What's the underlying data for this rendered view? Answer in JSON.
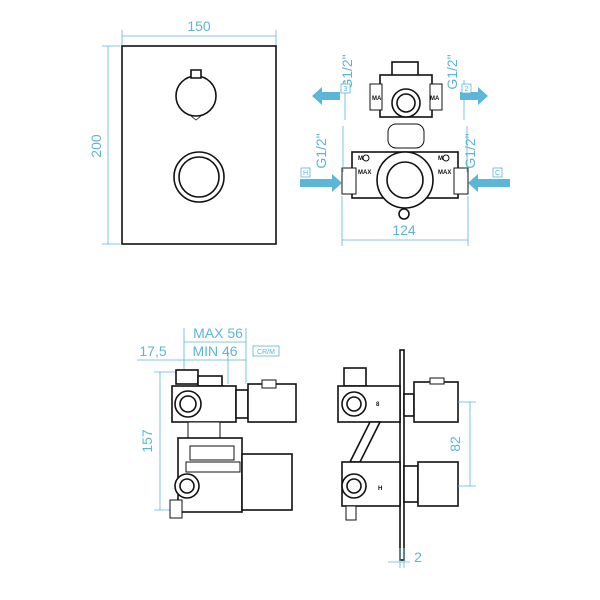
{
  "front_view": {
    "width_label": "150",
    "height_label": "200"
  },
  "top_view": {
    "dimension_label": "124",
    "port_left_upper": "G1/2\"",
    "port_right_upper": "G1/2\"",
    "port_left_lower": "G1/2\"",
    "port_right_lower": "G1/2\"",
    "outlet_left_tag": "3",
    "outlet_right_tag": "2",
    "inlet_hot_tag": "H",
    "inlet_cold_tag": "C",
    "marks": {
      "min_left": "MIN",
      "max_left": "MAX",
      "min_right": "MIN",
      "max_right": "MAX",
      "max_upper_left": "MA",
      "max_upper_right": "MA"
    }
  },
  "side_view": {
    "max_label": "MAX 56",
    "min_label": "MIN 46",
    "offset_label": "17,5",
    "height_label": "157",
    "finish_tag": "CR/M"
  },
  "section_view": {
    "spacing_label": "82",
    "plate_label": "2",
    "mark_upper": "8",
    "mark_lower": "H"
  },
  "colors": {
    "dimension": "#5bb6d8",
    "outline": "#111111",
    "background": "#ffffff"
  }
}
